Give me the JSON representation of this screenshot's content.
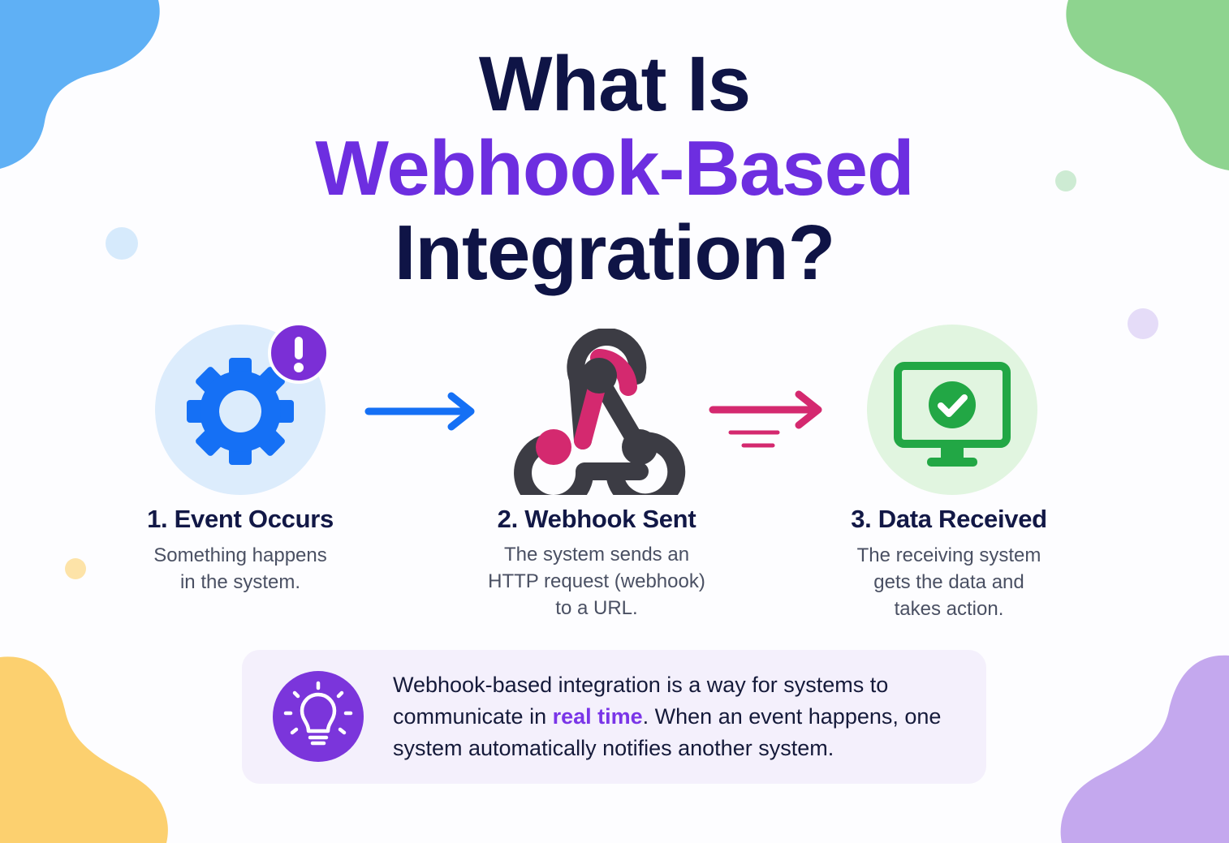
{
  "title": {
    "line1": "What Is",
    "line2": "Webhook-Based",
    "line3": "Integration?"
  },
  "steps": [
    {
      "title": "1. Event Occurs",
      "desc_line1": "Something happens",
      "desc_line2": "in the system.",
      "icon": "gear-alert-icon"
    },
    {
      "title": "2. Webhook Sent",
      "desc_line1": "The system sends an",
      "desc_line2": "HTTP request (webhook)",
      "desc_line3": "to a URL.",
      "icon": "webhook-icon"
    },
    {
      "title": "3. Data Received",
      "desc_line1": "The receiving system",
      "desc_line2": "gets the data and",
      "desc_line3": "takes action.",
      "icon": "monitor-check-icon"
    }
  ],
  "info": {
    "part1": "Webhook-based integration is a way for systems to communicate in ",
    "highlight": "real time",
    "part2": ". When an event happens, one system automatically notifies another system.",
    "icon": "lightbulb-icon"
  },
  "colors": {
    "navy": "#0f1446",
    "purple": "#6d2ee0",
    "blue": "#1570f5",
    "magenta": "#d4296f",
    "green": "#22a745",
    "dark_gray": "#3c3c44"
  }
}
